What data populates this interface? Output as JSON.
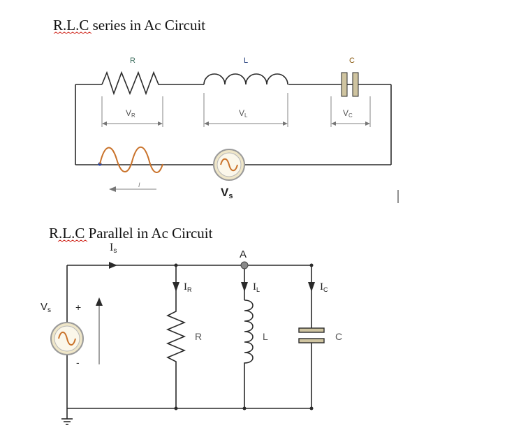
{
  "series": {
    "title": "R.L.C series  in Ac Circuit",
    "labels": {
      "R": "R",
      "L": "L",
      "C": "C"
    },
    "voltages": {
      "VR": {
        "main": "V",
        "sub": "R"
      },
      "VL": {
        "main": "V",
        "sub": "L"
      },
      "VC": {
        "main": "V",
        "sub": "C"
      }
    },
    "source": {
      "main": "V",
      "sub": "s"
    },
    "current": "I"
  },
  "parallel": {
    "title": "R.L.C Parallel  in Ac Circuit",
    "node": "A",
    "currents": {
      "IS": {
        "main": "I",
        "sub": "s"
      },
      "IR": {
        "main": "I",
        "sub": "R"
      },
      "IL": {
        "main": "I",
        "sub": "L"
      },
      "IC": {
        "main": "I",
        "sub": "C"
      }
    },
    "source": {
      "main": "V",
      "sub": "s"
    },
    "plus": "+",
    "minus": "-",
    "labels": {
      "R": "R",
      "L": "L",
      "C": "C"
    }
  },
  "colors": {
    "capacitor_plate": "#cfc4a0",
    "squiggle_underline": "#d0281e"
  }
}
